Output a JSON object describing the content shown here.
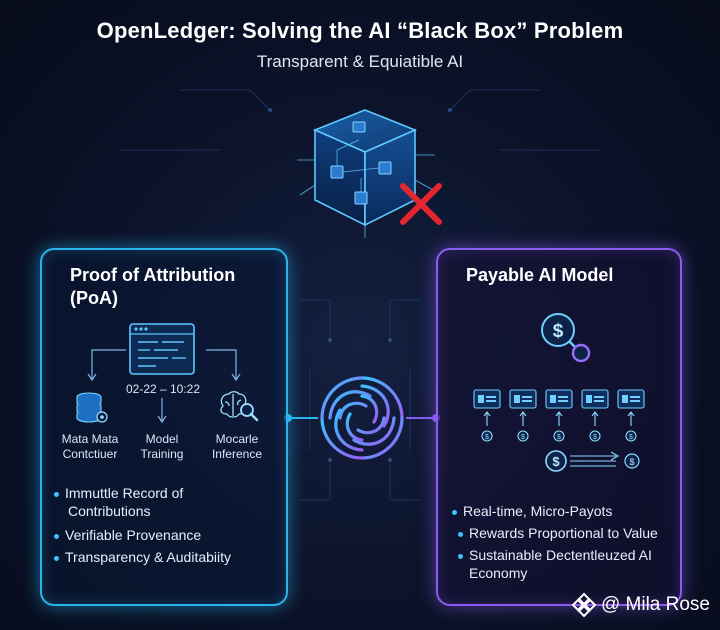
{
  "header": {
    "title": "OpenLedger: Solving the AI “Black Box” Problem",
    "subtitle": "Transparent & Equiatible AI"
  },
  "left_panel": {
    "title_line1": "Proof of Attribution",
    "title_line2": "(PoA)",
    "timestamp": "02-22 – 10:22",
    "steps": [
      {
        "line1": "Mata Mata",
        "line2": "Contctiuer"
      },
      {
        "line1": "Model",
        "line2": "Training"
      },
      {
        "line1": "Mocarle",
        "line2": "Inference"
      }
    ],
    "bullets": [
      {
        "line1": "Immuttle Record of",
        "line2": "Contributions"
      },
      {
        "line1": "Verifiable Provenance",
        "line2": ""
      },
      {
        "line1": "Transparency & Auditabiity",
        "line2": ""
      }
    ]
  },
  "right_panel": {
    "title": "Payable AI Model",
    "bullets": [
      {
        "line1": "Real-time, Micro-Payots",
        "line2": ""
      },
      {
        "line1": "Rewards Proportional to Value",
        "line2": ""
      },
      {
        "line1": "Sustainable Dectentleuzed AI",
        "line2": "Economy"
      }
    ]
  },
  "watermark": {
    "text": "@ Mila Rose",
    "icon": "diamond-logo-icon"
  },
  "colors": {
    "left_accent": "#2ab4ee",
    "right_accent": "#8a5cf0",
    "cross": "#e3262f",
    "background": "#0b1228"
  },
  "icons": [
    "black-box-cube-icon",
    "red-x-icon",
    "browser-window-icon",
    "database-stack-icon",
    "brain-search-icon",
    "dollar-coin-icon",
    "ai-swirl-logo-icon",
    "payment-card-icon",
    "coin-icon"
  ]
}
